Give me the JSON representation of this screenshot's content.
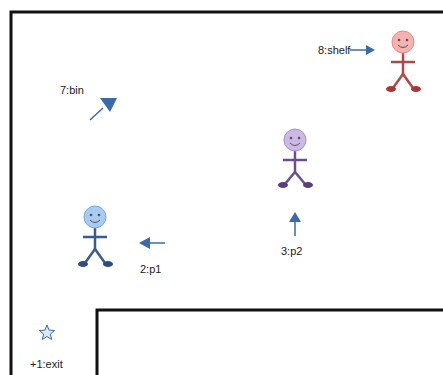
{
  "diagram": {
    "labels": [
      "8:shelf",
      "7:bin",
      "3:p2",
      "2:p1",
      "+1:exit"
    ]
  }
}
